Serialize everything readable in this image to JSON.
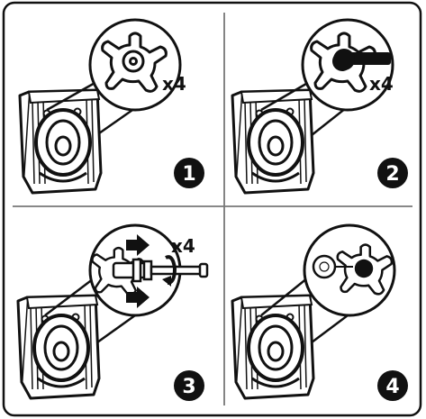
{
  "panels": [
    {
      "step": "1",
      "multiplier": "x4"
    },
    {
      "step": "2",
      "multiplier": "x4"
    },
    {
      "step": "3",
      "multiplier": "x4"
    },
    {
      "step": "4",
      "multiplier": ""
    }
  ],
  "colors": {
    "ink": "#111111",
    "paper": "#ffffff",
    "divider": "#777777"
  },
  "icons": [
    "washing-machine-icon",
    "transit-bolt-icon",
    "spanner-icon",
    "arrow-right-icon",
    "rotate-arrow-icon",
    "hole-cap-icon"
  ]
}
